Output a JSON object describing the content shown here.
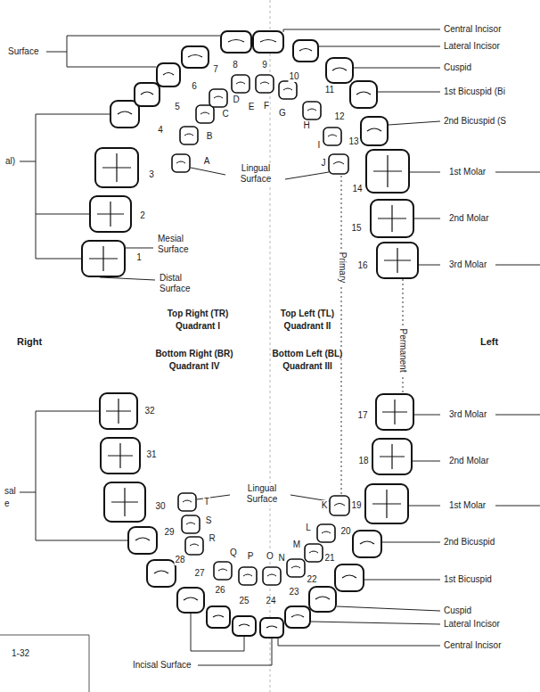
{
  "diagram": {
    "labels": [
      "Surface",
      "Central Incisor",
      "Lateral Incisor",
      "Cuspid",
      "1st Bicuspid (Bi",
      "2nd Bicuspid (S",
      "al)",
      "Lingual Surface",
      "1st Molar",
      "2nd Molar",
      "3rd Molar",
      "Mesial Surface",
      "Distal Surface",
      "Primary",
      "Top Right (TR)",
      "Quadrant I",
      "Top Left (TL)",
      "Quadrant II",
      "Right",
      "Permanent",
      "Left",
      "Bottom Right (BR)",
      "Quadrant IV",
      "Bottom Left (BL)",
      "Quadrant III",
      "3rd Molar",
      "2nd Molar",
      "sal",
      "e",
      "Lingual Surface",
      "1st Molar",
      "2nd Bicuspid",
      "1st Bicuspid",
      "Cuspid",
      "Lateral Incisor",
      "Central Incisor",
      "1-32",
      "Incisal Surface",
      "1",
      "2",
      "3",
      "4",
      "5",
      "6",
      "7",
      "8",
      "9",
      "10",
      "11",
      "12",
      "13",
      "14",
      "15",
      "16",
      "17",
      "18",
      "19",
      "20",
      "21",
      "22",
      "23",
      "24",
      "25",
      "26",
      "27",
      "28",
      "29",
      "30",
      "31",
      "32",
      "A",
      "B",
      "C",
      "D",
      "E",
      "F",
      "G",
      "H",
      "I",
      "J",
      "K",
      "L",
      "M",
      "N",
      "O",
      "P",
      "Q",
      "R",
      "S",
      "T"
    ]
  }
}
